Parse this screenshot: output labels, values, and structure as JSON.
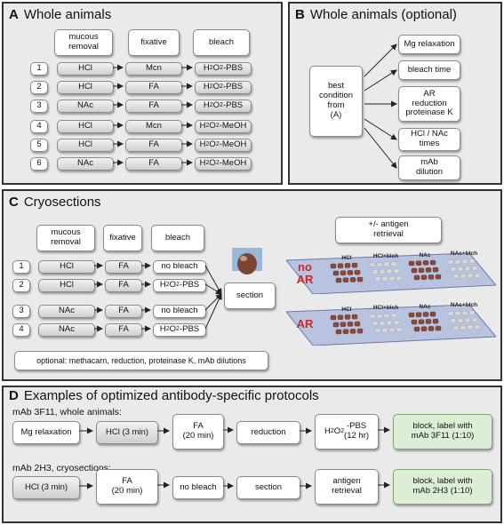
{
  "panel_a": {
    "letter": "A",
    "title": "Whole animals",
    "headers": [
      "mucous\nremoval",
      "fixative",
      "bleach"
    ],
    "rows": [
      {
        "num": "1",
        "removal": "HCl",
        "fixative": "Mcn",
        "bleach": "H2O2-PBS"
      },
      {
        "num": "2",
        "removal": "HCl",
        "fixative": "FA",
        "bleach": "H2O2-PBS"
      },
      {
        "num": "3",
        "removal": "NAc",
        "fixative": "FA",
        "bleach": "H2O2-PBS"
      },
      {
        "num": "4",
        "removal": "HCl",
        "fixative": "Mcn",
        "bleach": "H2O2-MeOH"
      },
      {
        "num": "5",
        "removal": "HCl",
        "fixative": "FA",
        "bleach": "H2O2-MeOH"
      },
      {
        "num": "6",
        "removal": "NAc",
        "fixative": "FA",
        "bleach": "H2O2-MeOH"
      }
    ]
  },
  "panel_b": {
    "letter": "B",
    "title": "Whole animals (optional)",
    "source": "best\ncondition\nfrom\n(A)",
    "targets": [
      "Mg relaxation",
      "bleach time",
      "AR\nreduction\nproteinase K",
      "HCl / NAc\ntimes",
      "mAb\ndilution"
    ]
  },
  "panel_c": {
    "letter": "C",
    "title": "Cryosections",
    "headers": [
      "mucous\nremoval",
      "fixative",
      "bleach"
    ],
    "rows": [
      {
        "num": "1",
        "removal": "HCl",
        "fixative": "FA",
        "bleach": "no bleach"
      },
      {
        "num": "2",
        "removal": "HCl",
        "fixative": "FA",
        "bleach": "H2O2-PBS"
      },
      {
        "num": "3",
        "removal": "NAc",
        "fixative": "FA",
        "bleach": "no bleach"
      },
      {
        "num": "4",
        "removal": "NAc",
        "fixative": "FA",
        "bleach": "H2O2-PBS"
      }
    ],
    "section": "section",
    "antigen": "+/- antigen\nretrieval",
    "optional": "optional: methacarn, reduction, proteinase K, mAb dilutions",
    "slide_columns": [
      "HCl",
      "HCl+blch",
      "NAc",
      "NAc+blch"
    ],
    "slide_no_ar": "no\nAR",
    "slide_ar": "AR"
  },
  "panel_d": {
    "letter": "D",
    "title": "Examples of optimized antibody-specific protocols",
    "protocol1": {
      "label": "mAb 3F11, whole animals:",
      "steps": [
        "Mg relaxation",
        "HCl (3 min)",
        "FA\n(20 min)",
        "reduction",
        "H2O2-PBS\n(12 hr)",
        "block, label with\nmAb 3F11 (1:10)"
      ]
    },
    "protocol2": {
      "label": "mAb 2H3, cryosections:",
      "steps": [
        "HCl (3 min)",
        "FA\n(20 min)",
        "no bleach",
        "section",
        "antigen\nretrieval",
        "block, label with\nmAb 2H3 (1:10)"
      ]
    }
  },
  "colors": {
    "panel_bg": "#eaeaea",
    "green_box": "#dcefd6",
    "ar_red": "#c32a2a",
    "slide_blue": "#b8c3e0",
    "tissue_brown": "#8a4a3a"
  }
}
